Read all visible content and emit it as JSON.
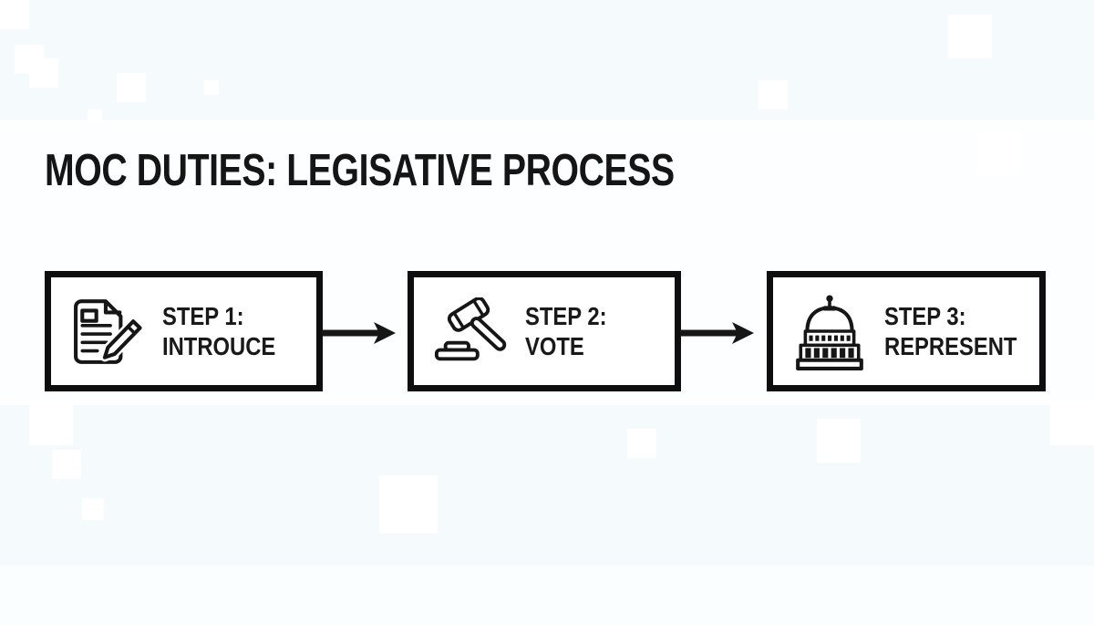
{
  "title": "MOC DUTIES: LEGISATIVE PROCESS",
  "steps": [
    {
      "step": "STEP 1:",
      "action": "INTROUCE",
      "icon": "document-pencil-icon"
    },
    {
      "step": "STEP 2:",
      "action": "VOTE",
      "icon": "gavel-icon"
    },
    {
      "step": "STEP 3:",
      "action": "REPRESENT",
      "icon": "capitol-building-icon"
    }
  ],
  "connectors": [
    {
      "icon": "arrow-right-icon"
    },
    {
      "icon": "arrow-right-icon"
    }
  ],
  "colors": {
    "ink": "#161616",
    "box_border": "#0e0e0e",
    "box_background": "#ffffff",
    "page_background": "#f5fbfc"
  }
}
